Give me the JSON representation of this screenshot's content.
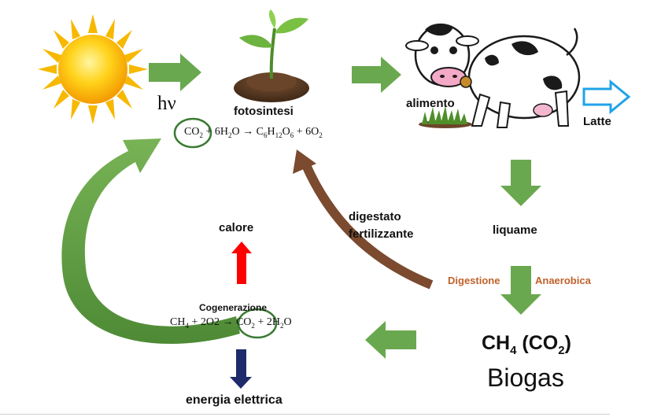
{
  "colors": {
    "green_arrow": "#6aa84f",
    "brown_arrow": "#7b4a2f",
    "red_arrow": "#ff0000",
    "navy_arrow": "#1f2a6b",
    "blue_outline_arrow": "#1fa3e8",
    "orange_label": "#c0622b",
    "circle_outline": "#3a7a33"
  },
  "labels": {
    "hv": "hν",
    "fotosintesi": "fotosintesi",
    "alimento": "alimento",
    "latte": "Latte",
    "liquame": "liquame",
    "digestato_line1": "digestato",
    "digestato_line2": "fertilizzante",
    "calore": "calore",
    "digestione": "Digestione",
    "anaerobica": "Anaerobica",
    "cogenerazione": "Cogenerazione",
    "energia": "energia elettrica",
    "biogas": "Biogas"
  },
  "equations": {
    "photosynthesis": {
      "co2": "CO2",
      "h2o": "+ 6H2O",
      "arrow": "→",
      "glucose": "C6H12O6",
      "o2": "+ 6O2"
    },
    "combustion": {
      "ch4": "CH4",
      "o2": "+ 2O2 →",
      "co2": "CO2",
      "h2o": "+ 2H2O"
    },
    "biogas_formula": "CH4 (CO2)"
  },
  "icons": [
    "sun-icon",
    "plant-seedling-icon",
    "cow-icon",
    "grass-icon"
  ]
}
